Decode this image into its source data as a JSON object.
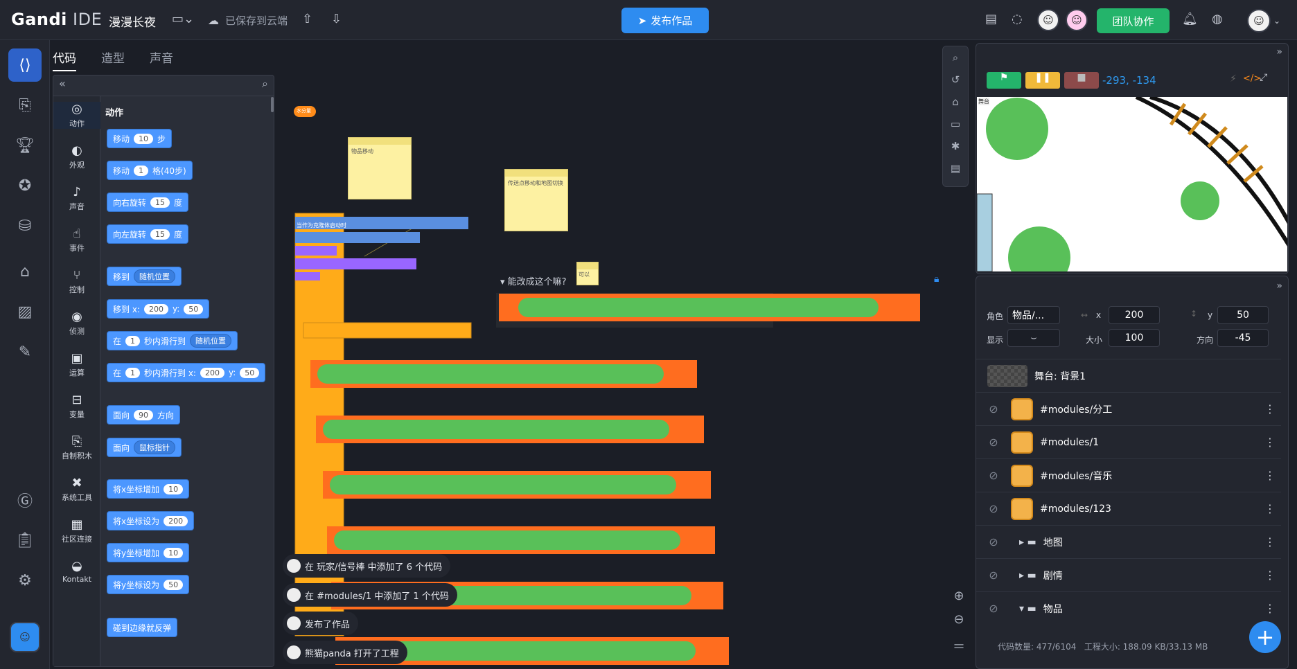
{
  "header": {
    "brand": "Gandi",
    "brand_suffix": " IDE",
    "project": "漫漫长夜",
    "saved": "已保存到云端",
    "publish": "发布作品",
    "team": "团队协作"
  },
  "tabs": [
    "代码",
    "造型",
    "声音"
  ],
  "palette": {
    "section": "动作",
    "categories": [
      "动作",
      "外观",
      "声音",
      "事件",
      "控制",
      "侦测",
      "运算",
      "变量",
      "自制积木",
      "系统工具",
      "社区连接",
      "Kontakt"
    ],
    "blocks": [
      {
        "t": [
          "移动",
          "10",
          "步"
        ]
      },
      {
        "t": [
          "移动",
          "1",
          "格(40步)"
        ]
      },
      {
        "t": [
          "向右旋转",
          "15",
          "度"
        ]
      },
      {
        "t": [
          "向左旋转",
          "15",
          "度"
        ]
      },
      {
        "t": [
          "移到",
          "随机位置"
        ]
      },
      {
        "t": [
          "移到 x:",
          "200",
          "y:",
          "50"
        ]
      },
      {
        "t": [
          "在",
          "1",
          "秒内滑行到",
          "随机位置"
        ]
      },
      {
        "t": [
          "在",
          "1",
          "秒内滑行到 x:",
          "200",
          "y:",
          "50"
        ]
      },
      {
        "t": [
          "面向",
          "90",
          "方向"
        ]
      },
      {
        "t": [
          "面向",
          "鼠标指针"
        ]
      },
      {
        "t": [
          "将x坐标增加",
          "10"
        ]
      },
      {
        "t": [
          "将x坐标设为",
          "200"
        ]
      },
      {
        "t": [
          "将y坐标增加",
          "10"
        ]
      },
      {
        "t": [
          "将y坐标设为",
          "50"
        ]
      },
      {
        "t": [
          "碰到边缘就反弹"
        ]
      }
    ]
  },
  "workspace": {
    "notes": [
      "物品移动",
      "传送点移动和地图切换",
      "可以"
    ],
    "comment": "能改成这个嘛?",
    "hat": "当作为克隆体启动时",
    "tag": "水分量"
  },
  "toasts": [
    "在 玩家/信号棒 中添加了 6 个代码",
    "在 #modules/1 中添加了 1 个代码",
    "发布了作品",
    "熊猫panda 打开了工程"
  ],
  "stage": {
    "coords": "-293, -134",
    "label": "舞台"
  },
  "sprite": {
    "role_label": "角色",
    "name": "物品/...",
    "x_label": "x",
    "x": "200",
    "y_label": "y",
    "y": "50",
    "show_label": "显示",
    "size_label": "大小",
    "size": "100",
    "dir_label": "方向",
    "dir": "-45"
  },
  "list": {
    "backdrop": "舞台: 背景1",
    "items": [
      "#modules/分工",
      "#modules/1",
      "#modules/音乐",
      "#modules/123"
    ],
    "folders": [
      "地图",
      "剧情",
      "物品"
    ]
  },
  "footer": {
    "code": "代码数量: 477/6104",
    "size": "工程大小: 188.09 KB/33.13 MB"
  }
}
